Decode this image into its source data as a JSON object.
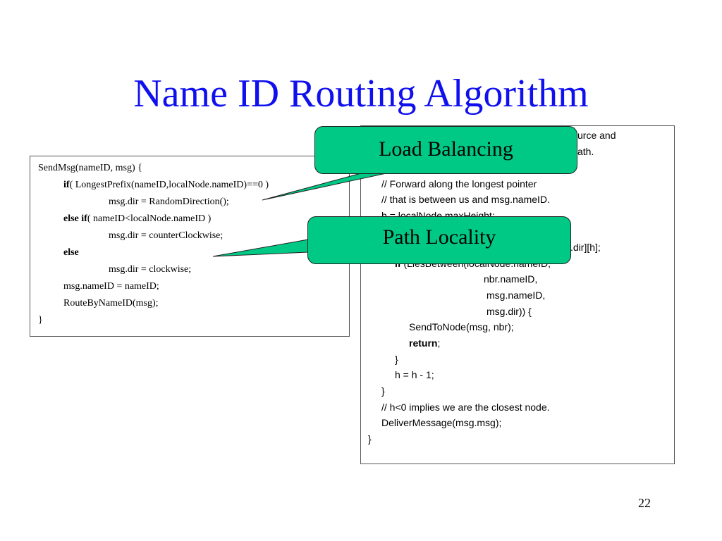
{
  "slide": {
    "title": "Name ID Routing Algorithm",
    "page_number": "22"
  },
  "left_code": {
    "l0": "SendMsg(nameID, msg) {",
    "l1_kw": "if",
    "l1": "( LongestPrefix(nameID,localNode.nameID)==0 )",
    "l2": "msg.dir = RandomDirection();",
    "l3_kw": "else if",
    "l3": "( nameID<localNode.nameID )",
    "l4": "msg.dir = counterClockwise;",
    "l5_kw": "else",
    "l6": "msg.dir = clockwise;",
    "l7": "msg.nameID = nameID;",
    "l8": "RouteByNameID(msg);",
    "l9": "}"
  },
  "right_code": {
    "r0": "urce and",
    "r1": "ath.",
    "r3": "// Forward along the longest pointer",
    "r4": "// that is between us and msg.nameID.",
    "r5": "h = localNode.maxHeight;",
    "r7": ".dir][h];",
    "r8_kw": "if",
    "r8": " (LiesBetween(localNode.nameID,",
    "r9": "nbr.nameID,",
    "r10": "msg.nameID,",
    "r11": "msg.dir)) {",
    "r12": "SendToNode(msg, nbr);",
    "r13_kw": "return",
    "r13": ";",
    "r14": "}",
    "r15": "h = h - 1;",
    "r16": "}",
    "r17": "// h<0 implies we are the closest node.",
    "r18": "DeliverMessage(msg.msg);",
    "r19": "}"
  },
  "callouts": {
    "load_balancing": "Load Balancing",
    "path_locality": "Path Locality"
  },
  "colors": {
    "title": "#1010ee",
    "callout_fill": "#00c985"
  }
}
